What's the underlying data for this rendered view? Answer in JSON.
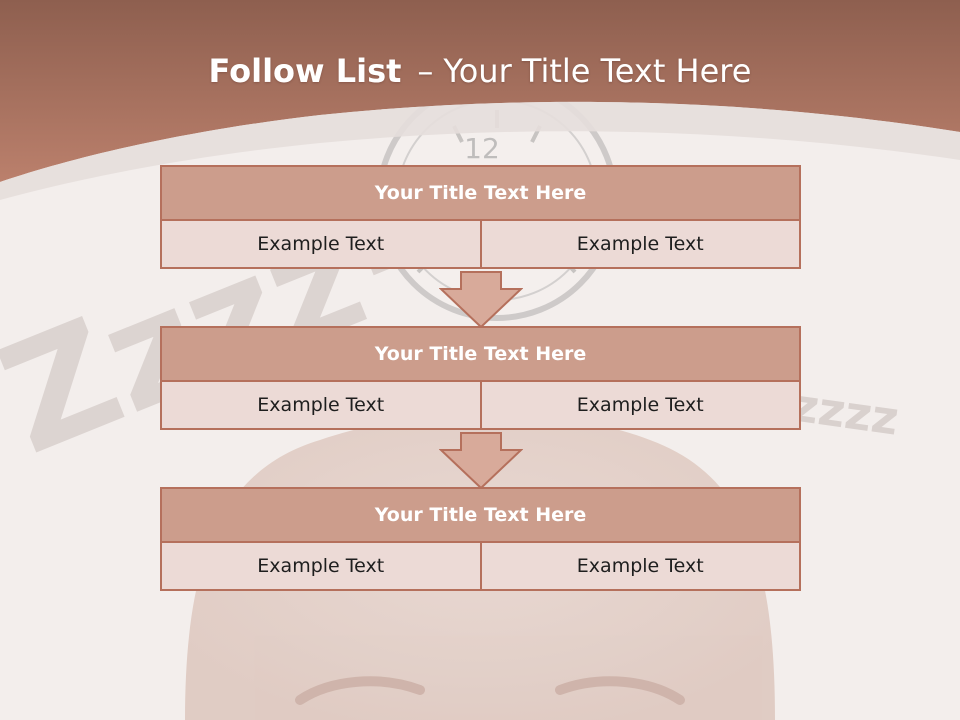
{
  "slide": {
    "title_bold": "Follow List",
    "title_dash": "–",
    "title_rest": "Your Title Text Here",
    "watermark_left": "Zzzz·",
    "watermark_right": "zzzz",
    "clock_number": "12"
  },
  "steps": [
    {
      "title": "Your Title Text Here",
      "left": "Example Text",
      "right": "Example Text"
    },
    {
      "title": "Your Title Text Here",
      "left": "Example Text",
      "right": "Example Text"
    },
    {
      "title": "Your Title Text Here",
      "left": "Example Text",
      "right": "Example Text"
    }
  ],
  "colors": {
    "header_band": "#b67a67",
    "block_header": "#cc9d8c",
    "block_cell": "#ecdad6",
    "border": "#b5705c",
    "arrow_fill": "#d8aa9a"
  },
  "icons": [
    "down-arrow-icon",
    "clock-icon"
  ]
}
